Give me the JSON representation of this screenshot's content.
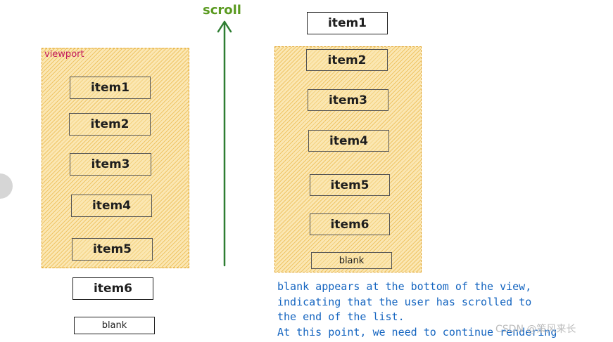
{
  "left": {
    "viewport_label": "viewport",
    "items": [
      "item1",
      "item2",
      "item3",
      "item4",
      "item5"
    ],
    "below_items": [
      "item6",
      "blank"
    ]
  },
  "arrow": {
    "label": "scroll",
    "color": "#2e7d32"
  },
  "right": {
    "above_item": "item1",
    "items": [
      "item2",
      "item3",
      "item4",
      "item5",
      "item6",
      "blank"
    ]
  },
  "note": {
    "text": "blank appears at the bottom of the view,\nindicating that the user has scrolled to\nthe end of the list.\nAt this point, we need to continue rendering"
  },
  "watermark": "CSDN @策风来长",
  "colors": {
    "viewport_fill": "#fbe7b3",
    "viewport_label": "#c2185b",
    "scroll_label": "#5a9a20",
    "note_text": "#1565c0"
  }
}
